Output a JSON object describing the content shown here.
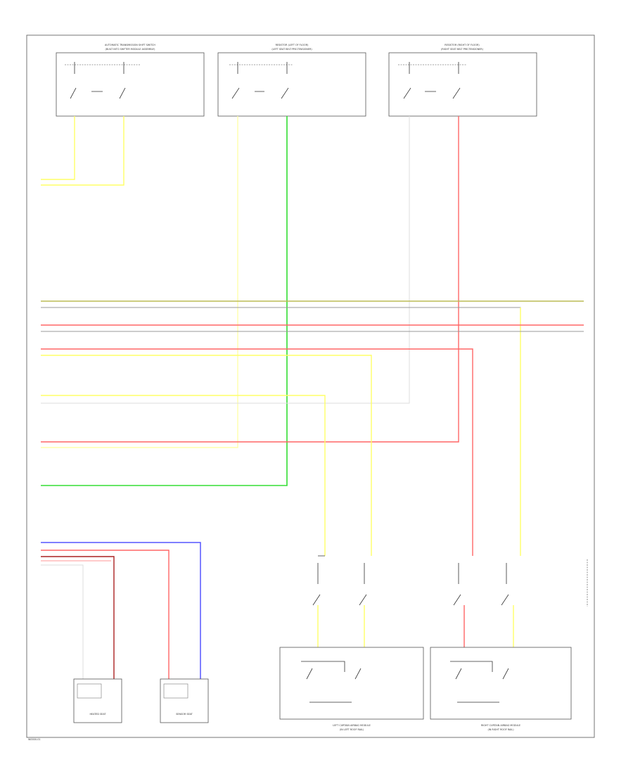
{
  "wire_colors": {
    "yellow": "#ffff66",
    "lt_yellow": "#ffffaa",
    "green": "#33dd33",
    "red": "#ff6666",
    "pink": "#ffaaaa",
    "blue": "#5555ff",
    "gray": "#999999",
    "olive": "#bbbb55",
    "dark_red": "#aa2222"
  },
  "top_components": [
    {
      "title_1": "AUTOMATIC TRANSMISSION SHIFT SWITCH",
      "title_2": "(BUILT INTO SHIFTER MODULE ASSEMBLY)"
    },
    {
      "title_1": "RESISTOR (LEFT OF FLOOR)",
      "title_2": "(LEFT SEAT BELT PRE-TENSIONER)"
    },
    {
      "title_1": "RESISTOR (RIGHT OF FLOOR)",
      "title_2": "(RIGHT SEAT BELT PRE-TENSIONER)"
    }
  ],
  "sensor_labels": [
    "HEATED SEAT",
    "SENSOR SEAT"
  ],
  "curtain_labels": [
    {
      "line_1": "LEFT CURTAIN AIRBAG MODULE",
      "line_2": "(IN LEFT ROOF RAIL)"
    },
    {
      "line_1": "RIGHT CURTAIN AIRBAG MODULE",
      "line_2": "(IN RIGHT ROOF RAIL)"
    }
  ],
  "footer_code": "W0000-01"
}
